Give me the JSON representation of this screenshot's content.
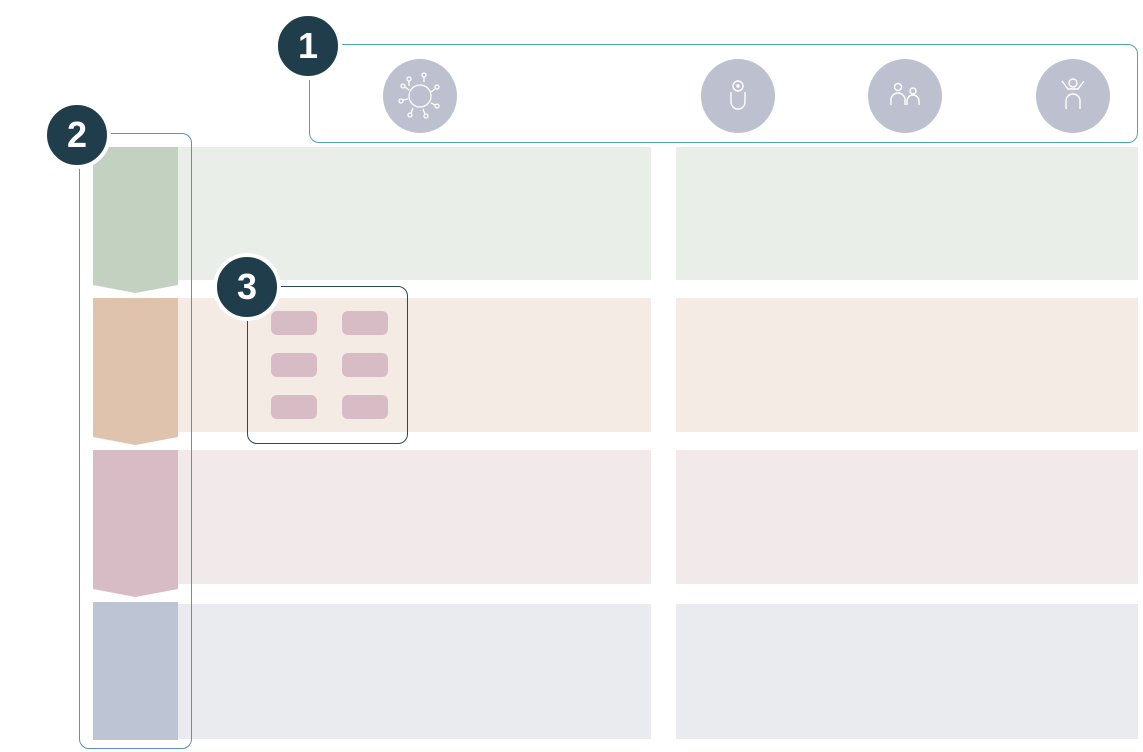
{
  "badges": {
    "one": "1",
    "two": "2",
    "three": "3"
  },
  "top_icons": [
    {
      "icon": "community-network-icon"
    },
    {
      "icon": "baby-icon"
    },
    {
      "icon": "children-icon"
    },
    {
      "icon": "person-arms-up-icon"
    }
  ],
  "colors": {
    "badge": "#1f3d4b",
    "box1": "#4aa8a2",
    "box2": "#5b8fc7",
    "box3": "#2c4a55",
    "icon_circle": "#bdc1cf",
    "tab_green": "#c3d1c0",
    "tab_orange": "#e0c3ac",
    "tab_pink": "#d8bcc5",
    "tab_blue": "#bdc4d3",
    "chip": "#d8bcc5"
  }
}
